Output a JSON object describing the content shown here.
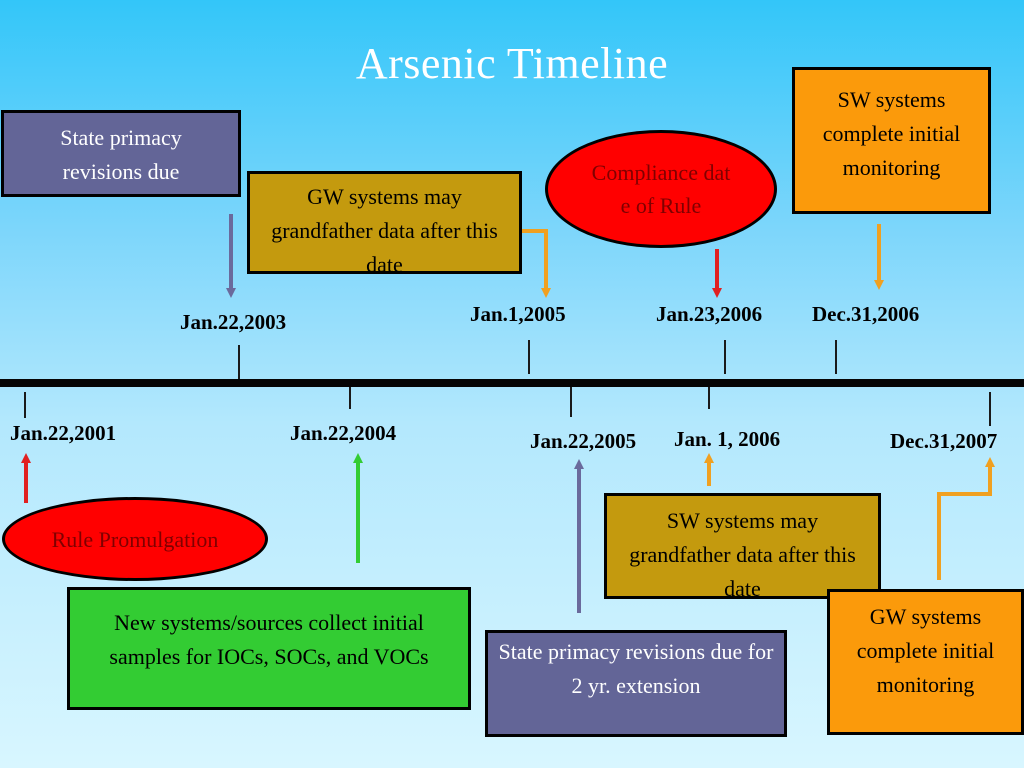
{
  "title": "Arsenic Timeline",
  "upper_dates": {
    "jan_22_2003": "Jan.22,2003",
    "jan_1_2005": "Jan.1,2005",
    "jan_23_2006": "Jan.23,2006",
    "dec_31_2006": "Dec.31,2006"
  },
  "lower_dates": {
    "jan_22_2001": "Jan.22,2001",
    "jan_22_2004": "Jan.22,2004",
    "jan_22_2005": "Jan.22,2005",
    "jan_1_2006": "Jan. 1, 2006",
    "dec_31_2007": "Dec.31,2007"
  },
  "events": {
    "state_primacy_revisions": "State primacy revisions due",
    "gw_grandfather": "GW systems may grandfather data after this date",
    "compliance_date": "Compliance date of Rule",
    "sw_complete_monitoring": "SW systems complete initial monitoring",
    "rule_promulgation": "Rule Promulgation",
    "new_systems_collect": "New systems/sources collect initial samples for IOCs, SOCs, and VOCs",
    "state_primacy_extension": "State primacy revisions due for 2 yr. extension",
    "sw_grandfather": "SW systems may grandfather data after this date",
    "gw_complete_monitoring": "GW systems complete initial monitoring"
  },
  "colors": {
    "background_top": "#33c6f9",
    "background_bottom": "#d8f6ff",
    "purple": "#636597",
    "olive": "#c49a0e",
    "orange": "#fb9a0b",
    "green": "#33cc33",
    "red": "#ff0000",
    "arrow_orange": "#f0a020",
    "arrow_red": "#e02020",
    "arrow_green": "#33cc33",
    "arrow_purple": "#6a6a9c"
  }
}
